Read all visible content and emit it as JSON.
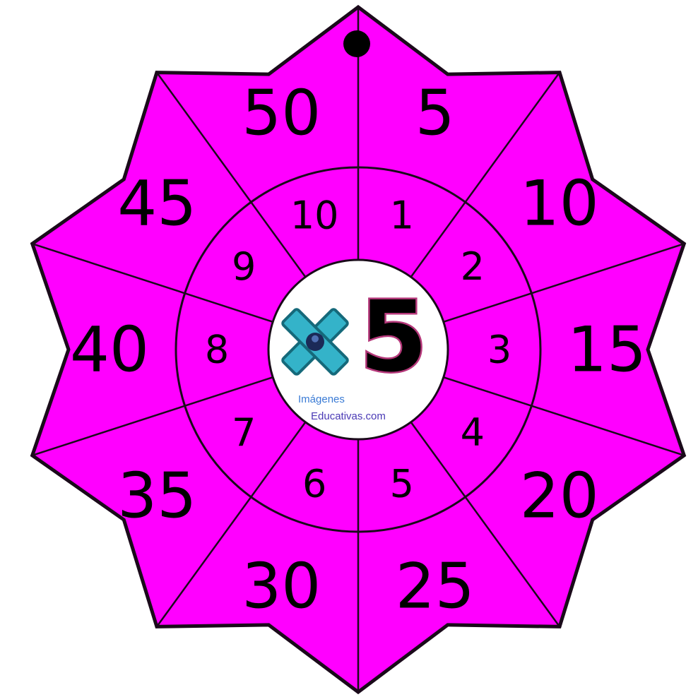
{
  "wheel": {
    "colors": {
      "fill": "#ff00ff",
      "stroke": "#1a0a1a",
      "center": "#ffffff",
      "times_icon": "#34b3c9",
      "times_icon_dark": "#15697a",
      "digit_pink": "#f48fc3",
      "digit_pink_dark": "#b5387a"
    },
    "center": {
      "symbol": "×",
      "factor": "5",
      "icon": "multiplication-sign-icon"
    },
    "inner_numbers": [
      "1",
      "2",
      "3",
      "4",
      "5",
      "6",
      "7",
      "8",
      "9",
      "10"
    ],
    "outer_numbers": [
      "5",
      "10",
      "15",
      "20",
      "25",
      "30",
      "35",
      "40",
      "45",
      "50"
    ],
    "brand": {
      "line1": "Imágenes",
      "line2": "Educativas.com"
    },
    "hole_icon": "hanging-hole-icon"
  }
}
